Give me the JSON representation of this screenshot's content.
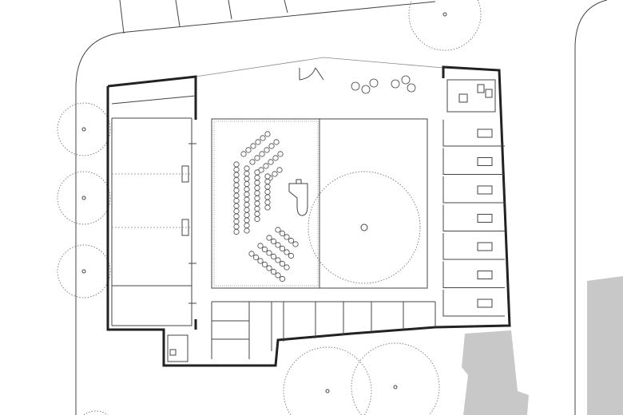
{
  "colors": {
    "wall": "#222222",
    "line": "#444444",
    "neighbor_building": "#c8c8c8",
    "tree": "#777777"
  },
  "seating": {
    "angled_rows_top": [
      6,
      6,
      5,
      3
    ],
    "straight_columns": [
      14,
      13,
      10,
      7
    ],
    "angled_rows_bottom": [
      5,
      6,
      7,
      8
    ]
  },
  "office_rooms": 7
}
